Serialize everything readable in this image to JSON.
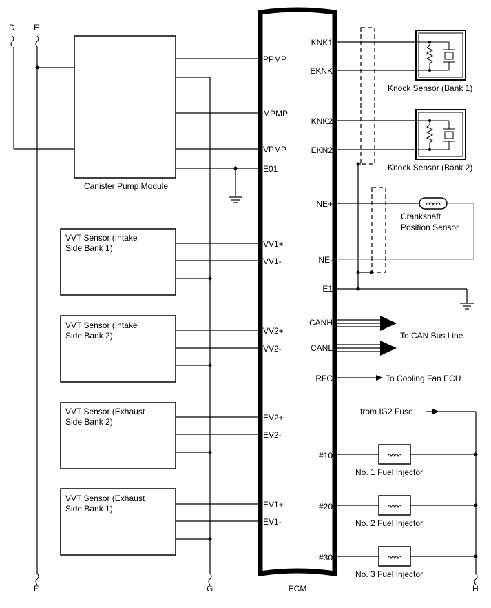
{
  "ecm": {
    "label": "ECM",
    "left_pins": [
      "PPMP",
      "MPMP",
      "VPMP",
      "E01",
      "VV1+",
      "VV1-",
      "VV2+",
      "VV2-",
      "EV2+",
      "EV2-",
      "EV1+",
      "EV1-"
    ],
    "right_pins": [
      "KNK1",
      "EKNK",
      "KNK2",
      "EKN2",
      "NE+",
      "NE-",
      "E1",
      "CANH",
      "CANL",
      "RFC",
      "#10",
      "#20",
      "#30"
    ]
  },
  "connectors": {
    "D": "D",
    "E": "E",
    "F": "F",
    "G": "G",
    "H": "H"
  },
  "components": {
    "canister": "Canister Pump Module",
    "vvt1": [
      "VVT Sensor (Intake",
      "Side Bank 1)"
    ],
    "vvt2": [
      "VVT Sensor (Intake",
      "Side Bank 2)"
    ],
    "vvt3": [
      "VVT Sensor (Exhaust",
      "Side Bank 2)"
    ],
    "vvt4": [
      "VVT Sensor (Exhaust",
      "Side Bank 1)"
    ],
    "knock1": "Knock Sensor (Bank 1)",
    "knock2": "Knock Sensor (Bank 2)",
    "crank": [
      "Crankshaft",
      "Position Sensor"
    ],
    "can_bus": "To CAN Bus Line",
    "cooling": "To Cooling Fan ECU",
    "ig2": "from IG2 Fuse",
    "inj1": "No. 1 Fuel Injector",
    "inj2": "No. 2 Fuel Injector",
    "inj3": "No. 3 Fuel Injector"
  }
}
